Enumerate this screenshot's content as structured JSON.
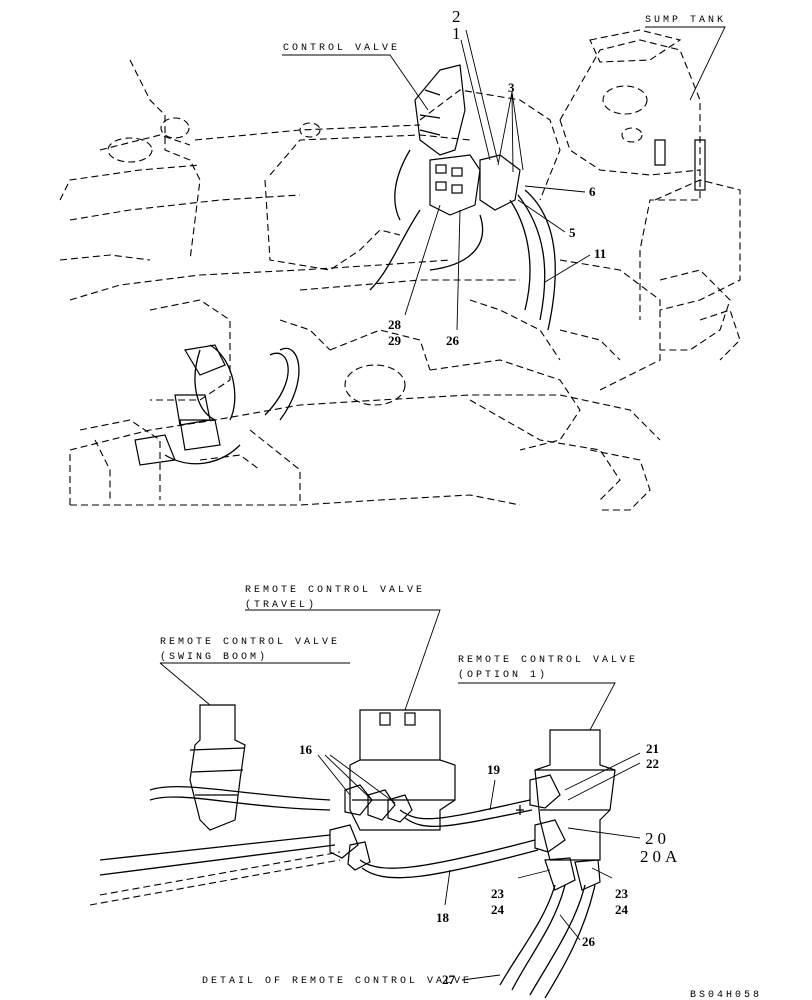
{
  "labels": {
    "control_valve": "CONTROL VALVE",
    "sump_tank": "SUMP TANK",
    "rcv_travel_l1": "REMOTE CONTROL VALVE",
    "rcv_travel_l2": "(TRAVEL)",
    "rcv_swing_l1": "REMOTE CONTROL VALVE",
    "rcv_swing_l2": "(SWING BOOM)",
    "rcv_option_l1": "REMOTE CONTROL VALVE",
    "rcv_option_l2": "(OPTION 1)",
    "detail_caption": "DETAIL OF REMOTE CONTROL VALVE",
    "drawing_code": "BS04H058"
  },
  "callouts": {
    "n2": "2",
    "n1": "1",
    "n3": "3",
    "n6": "6",
    "n5": "5",
    "n11": "11",
    "n28": "28",
    "n29": "29",
    "n26a": "26",
    "n16": "16",
    "n19": "19",
    "n21": "21",
    "n22": "22",
    "n20": "20",
    "n20a": "20A",
    "n23a": "23",
    "n24a": "24",
    "n23b": "23",
    "n24b": "24",
    "n18": "18",
    "n26b": "26",
    "n27": "27"
  }
}
